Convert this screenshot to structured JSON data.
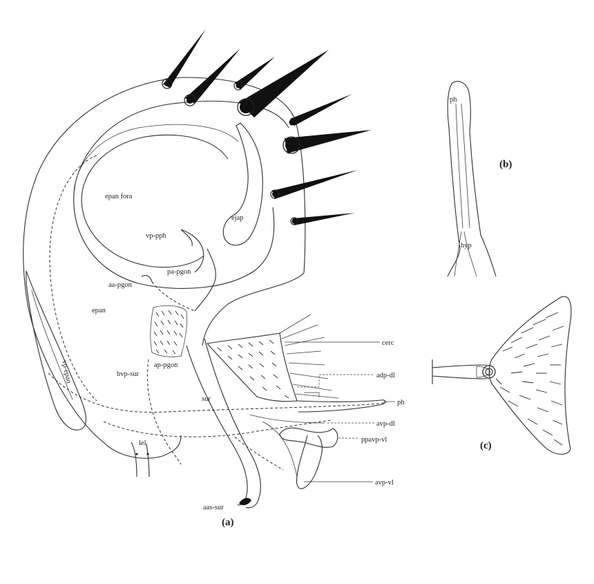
{
  "panels": {
    "a": "(a)",
    "b": "(b)",
    "c": "(c)"
  },
  "labels": {
    "epan_fora": "epan fora",
    "ejap": "ejap",
    "vp_pph": "vp-pph",
    "pa_pgon": "pa-pgon",
    "aa_pgon": "aa-pgon",
    "epan": "epan",
    "ap_pgon": "ap-pgon",
    "bvp_sur": "bvp-sur",
    "vp_epan": "vp-epan",
    "sur": "sur",
    "lel": "lel",
    "aas_sur": "aas-sur",
    "cerc": "cerc",
    "adp_dl": "adp-dl",
    "ph_a": "ph",
    "avp_dl": "avp-dl",
    "ppavp_vl": "ppavp-vl",
    "avp_vl": "avp-vl",
    "ph_b": "ph",
    "hyp": "hyp"
  },
  "colors": {
    "ink": "#2b2b2b",
    "background": "#ffffff"
  }
}
